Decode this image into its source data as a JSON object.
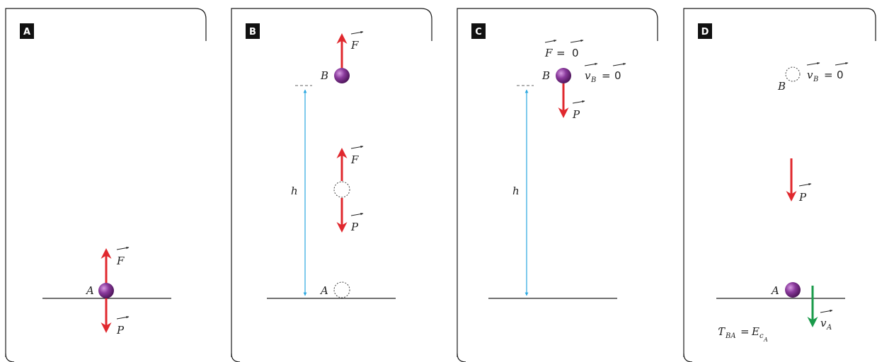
{
  "colors": {
    "frame": "#1a1a1a",
    "force_arrow": "#e0282e",
    "velocity_arrow": "#1a9a4a",
    "height_line": "#2aa7e0",
    "ball": "#7a2a8a",
    "badge_bg": "#111111"
  },
  "panels": [
    {
      "badge": "A"
    },
    {
      "badge": "B"
    },
    {
      "badge": "C"
    },
    {
      "badge": "D"
    }
  ],
  "labels": {
    "F": "F",
    "P": "P",
    "A": "A",
    "B": "B",
    "h": "h",
    "equals": "=",
    "zero": "0",
    "v": "v",
    "v_sub_B": "B",
    "v_sub_A": "A",
    "work_symbol": "Ƭ",
    "work_sub": "BA",
    "energy": "E",
    "energy_sub": "c",
    "energy_subsub": "A"
  }
}
